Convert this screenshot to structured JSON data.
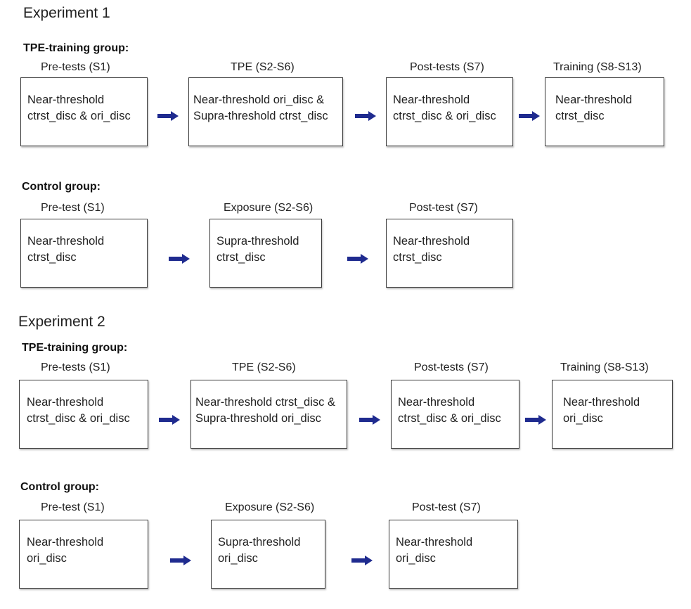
{
  "colors": {
    "arrow": "#1f2b8f",
    "box_border": "#3a3a3a",
    "text": "#222222"
  },
  "icons": {
    "arrow": "right-arrow-icon"
  },
  "experiments": [
    {
      "title": "Experiment 1",
      "groups": [
        {
          "title": "TPE-training group:",
          "stages": [
            {
              "label": "Pre-tests (S1)",
              "text": "Near-threshold\nctrst_disc & ori_disc"
            },
            {
              "label": "TPE (S2-S6)",
              "text": "Near-threshold ori_disc &\nSupra-threshold ctrst_disc"
            },
            {
              "label": "Post-tests (S7)",
              "text": "Near-threshold\nctrst_disc & ori_disc"
            },
            {
              "label": "Training (S8-S13)",
              "text": "Near-threshold\nctrst_disc"
            }
          ]
        },
        {
          "title": "Control group:",
          "stages": [
            {
              "label": "Pre-test (S1)",
              "text": "Near-threshold\nctrst_disc"
            },
            {
              "label": "Exposure (S2-S6)",
              "text": "Supra-threshold\nctrst_disc"
            },
            {
              "label": "Post-test (S7)",
              "text": "Near-threshold\nctrst_disc"
            }
          ]
        }
      ]
    },
    {
      "title": "Experiment 2",
      "groups": [
        {
          "title": "TPE-training group:",
          "stages": [
            {
              "label": "Pre-tests (S1)",
              "text": "Near-threshold\nctrst_disc & ori_disc"
            },
            {
              "label": "TPE (S2-S6)",
              "text": "Near-threshold ctrst_disc &\nSupra-threshold ori_disc"
            },
            {
              "label": "Post-tests (S7)",
              "text": "Near-threshold\nctrst_disc & ori_disc"
            },
            {
              "label": "Training (S8-S13)",
              "text": "Near-threshold\nori_disc"
            }
          ]
        },
        {
          "title": "Control group:",
          "stages": [
            {
              "label": "Pre-test (S1)",
              "text": "Near-threshold\nori_disc"
            },
            {
              "label": "Exposure (S2-S6)",
              "text": "Supra-threshold\nori_disc"
            },
            {
              "label": "Post-test (S7)",
              "text": "Near-threshold\nori_disc"
            }
          ]
        }
      ]
    }
  ]
}
